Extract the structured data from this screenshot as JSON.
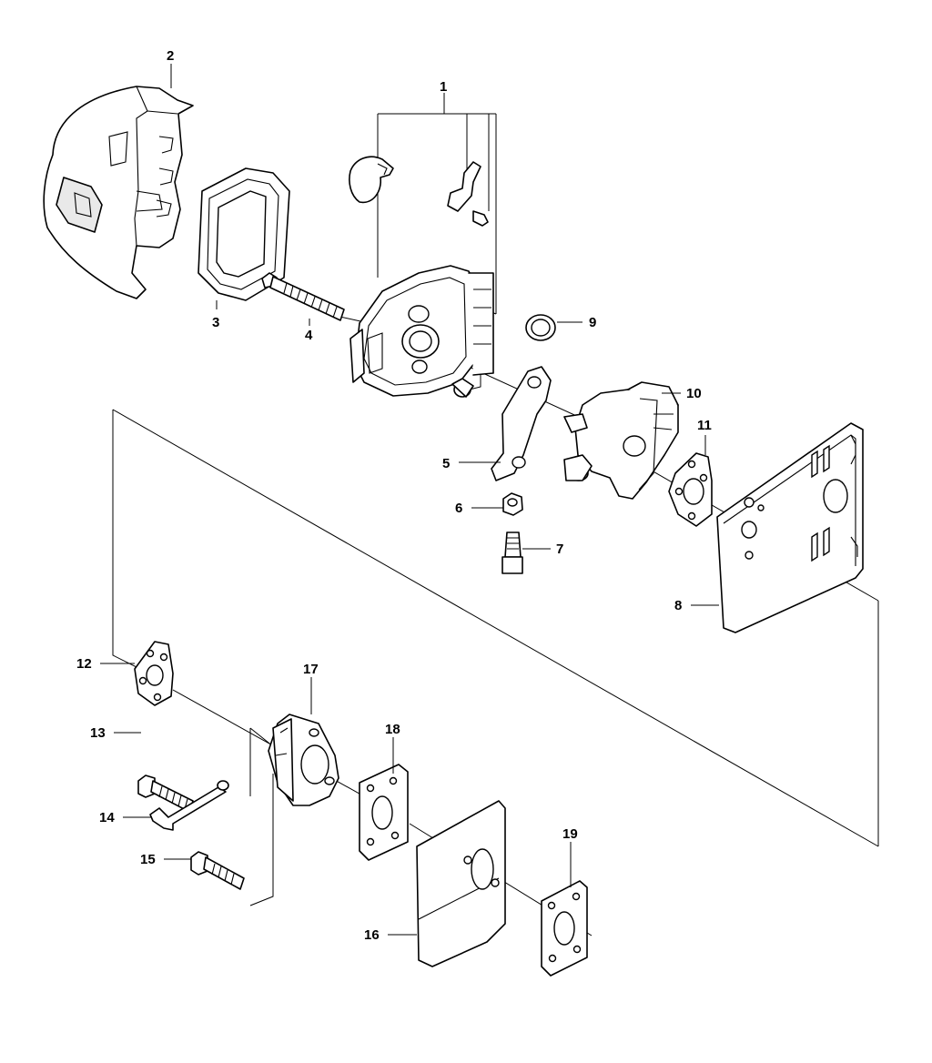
{
  "diagram": {
    "type": "exploded parts diagram",
    "background": "#ffffff",
    "line_color": "#000000"
  },
  "callouts": {
    "c1": "1",
    "c2": "2",
    "c3": "3",
    "c4": "4",
    "c5": "5",
    "c6": "6",
    "c7": "7",
    "c8": "8",
    "c9": "9",
    "c10": "10",
    "c11": "11",
    "c12": "12",
    "c13": "13",
    "c14": "14",
    "c15": "15",
    "c16": "16",
    "c17": "17",
    "c18": "18",
    "c19": "19"
  }
}
